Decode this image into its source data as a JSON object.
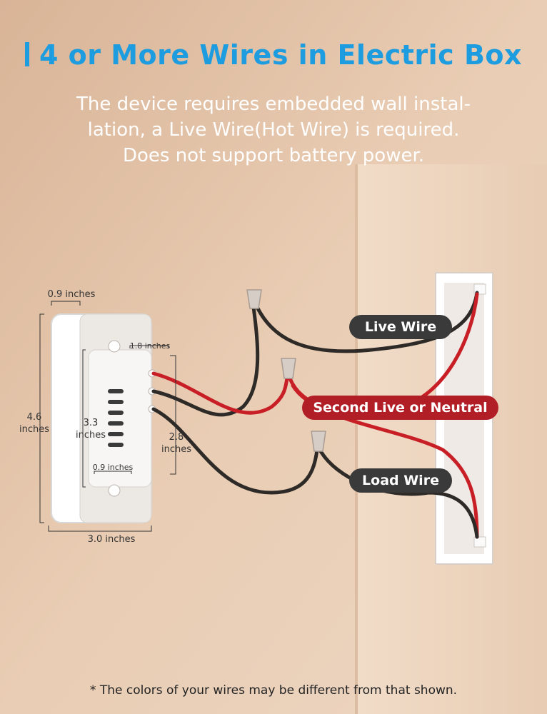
{
  "header": {
    "title": "4 or More Wires in Electric Box",
    "subtitle_line1": "The device requires embedded wall instal-",
    "subtitle_line2": "lation, a Live Wire(Hot Wire) is required.",
    "subtitle_line3": "Does not support battery power."
  },
  "labels": {
    "live_wire": "Live Wire",
    "second_live_or_neutral": "Second Live or Neutral",
    "load_wire": "Load Wire"
  },
  "dimensions": {
    "depth": "0.9 inches",
    "height_outer_line1": "4.6",
    "height_outer_line2": "inches",
    "height_inner_line1": "3.3",
    "height_inner_line2": "inches",
    "body_height_line1": "2.8",
    "body_height_line2": "inches",
    "body_width": "1.8 inches",
    "inner_width": "0.9 inches",
    "outer_width": "3.0 inches"
  },
  "footnote": "* The colors of your wires may be different from that shown.",
  "colors": {
    "accent_blue": "#1d9de0",
    "wire_red": "#c81e25",
    "wire_black": "#2d2a27",
    "label_dark": "#3a3a3a",
    "label_red": "#b21e26",
    "wall": "#e6c7ad"
  }
}
